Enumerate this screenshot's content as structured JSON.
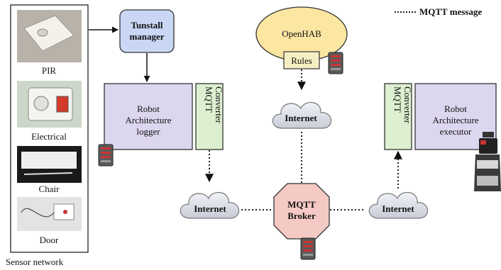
{
  "legend": {
    "label": "MQTT message"
  },
  "sensor_network": {
    "title": "Sensor network",
    "sensors": [
      {
        "label": "PIR"
      },
      {
        "label": "Electrical"
      },
      {
        "label": "Chair"
      },
      {
        "label": "Door"
      }
    ]
  },
  "tunstall": {
    "line1": "Tunstall",
    "line2": "manager"
  },
  "logger": {
    "line1": "Robot",
    "line2": "Architecture",
    "line3": "logger"
  },
  "executor": {
    "line1": "Robot",
    "line2": "Architecture",
    "line3": "executor"
  },
  "converter_left": {
    "line1": "MQTT",
    "line2": "Converter"
  },
  "converter_right": {
    "line1": "MQTT",
    "line2": "Converter"
  },
  "openhab": {
    "label": "OpenHAB",
    "rules": "Rules"
  },
  "broker": {
    "line1": "MQTT",
    "line2": "Broker"
  },
  "clouds": {
    "top": "Internet",
    "left": "Internet",
    "right": "Internet"
  },
  "colors": {
    "box_purple": "#ddd6ef",
    "box_blue": "#c9d7f5",
    "box_green": "#dcefd0",
    "openhab_yellow": "#fbe6a2",
    "broker_pink": "#f5c9c4",
    "cloud": "#dfe3ea"
  }
}
